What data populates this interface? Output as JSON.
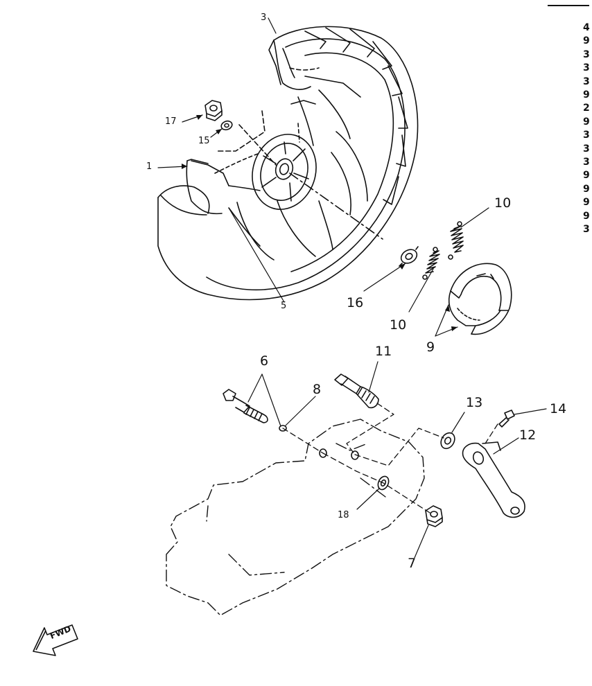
{
  "callouts": {
    "c1": "1",
    "c3": "3",
    "c5": "5",
    "c6": "6",
    "c7": "7",
    "c8": "8",
    "c9": "9",
    "c10a": "10",
    "c10b": "10",
    "c11": "11",
    "c12": "12",
    "c13": "13",
    "c14": "14",
    "c15": "15",
    "c16": "16",
    "c17": "17",
    "c18": "18"
  },
  "parts_table": {
    "rows": [
      {
        "no": "1",
        "code": "4"
      },
      {
        "no": "3",
        "code": "9"
      },
      {
        "no": "5",
        "code": "3"
      },
      {
        "no": "6",
        "code": "3"
      },
      {
        "no": "7",
        "code": "3"
      },
      {
        "no": "8",
        "code": "9"
      },
      {
        "no": "9",
        "code": "2"
      },
      {
        "no": "10",
        "code": "9"
      },
      {
        "no": "11",
        "code": "3"
      },
      {
        "no": "12",
        "code": "3"
      },
      {
        "no": "13",
        "code": "3"
      },
      {
        "no": "14",
        "code": "9"
      },
      {
        "no": "15",
        "code": "9"
      },
      {
        "no": "16",
        "code": "9"
      },
      {
        "no": "17",
        "code": "9"
      },
      {
        "no": "18",
        "code": "3"
      }
    ]
  },
  "fwd_marker": {
    "text": "FWD",
    "icon": "forward-arrow-icon"
  }
}
